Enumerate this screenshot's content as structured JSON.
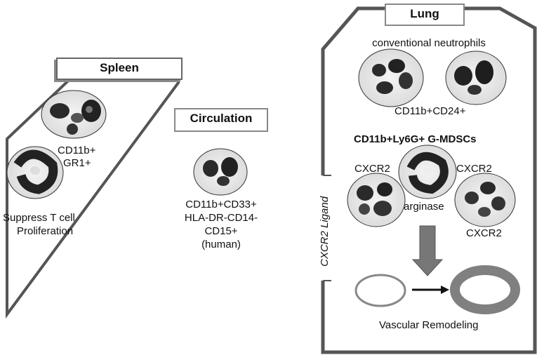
{
  "spleen": {
    "title": "Spleen",
    "marker_line1": "CD11b+",
    "marker_line2": "GR1+",
    "function_line1": "Suppress T cell",
    "function_line2": "Proliferation"
  },
  "circulation": {
    "title": "Circulation",
    "marker_line1": "CD11b+CD33+",
    "marker_line2": "HLA-DR-CD14-",
    "marker_line3": "CD15+",
    "marker_line4": "(human)"
  },
  "lung": {
    "title": "Lung",
    "conventional_label": "conventional neutrophils",
    "conventional_marker": "CD11b+CD24+",
    "mdsc_label": "CD11b+Ly6G+ G-MDSCs",
    "cxcr2_left": "CXCR2",
    "cxcr2_right": "CXCR2",
    "cxcr2_bottom": "CXCR2",
    "arginase": "arginase",
    "ligand_label": "CXCR2 Ligand",
    "remodeling_label": "Vascular Remodeling"
  },
  "colors": {
    "outline": "#555555",
    "arrow_gray": "#777777",
    "vessel_thick": "#808080",
    "vessel_thin": "#888888"
  }
}
